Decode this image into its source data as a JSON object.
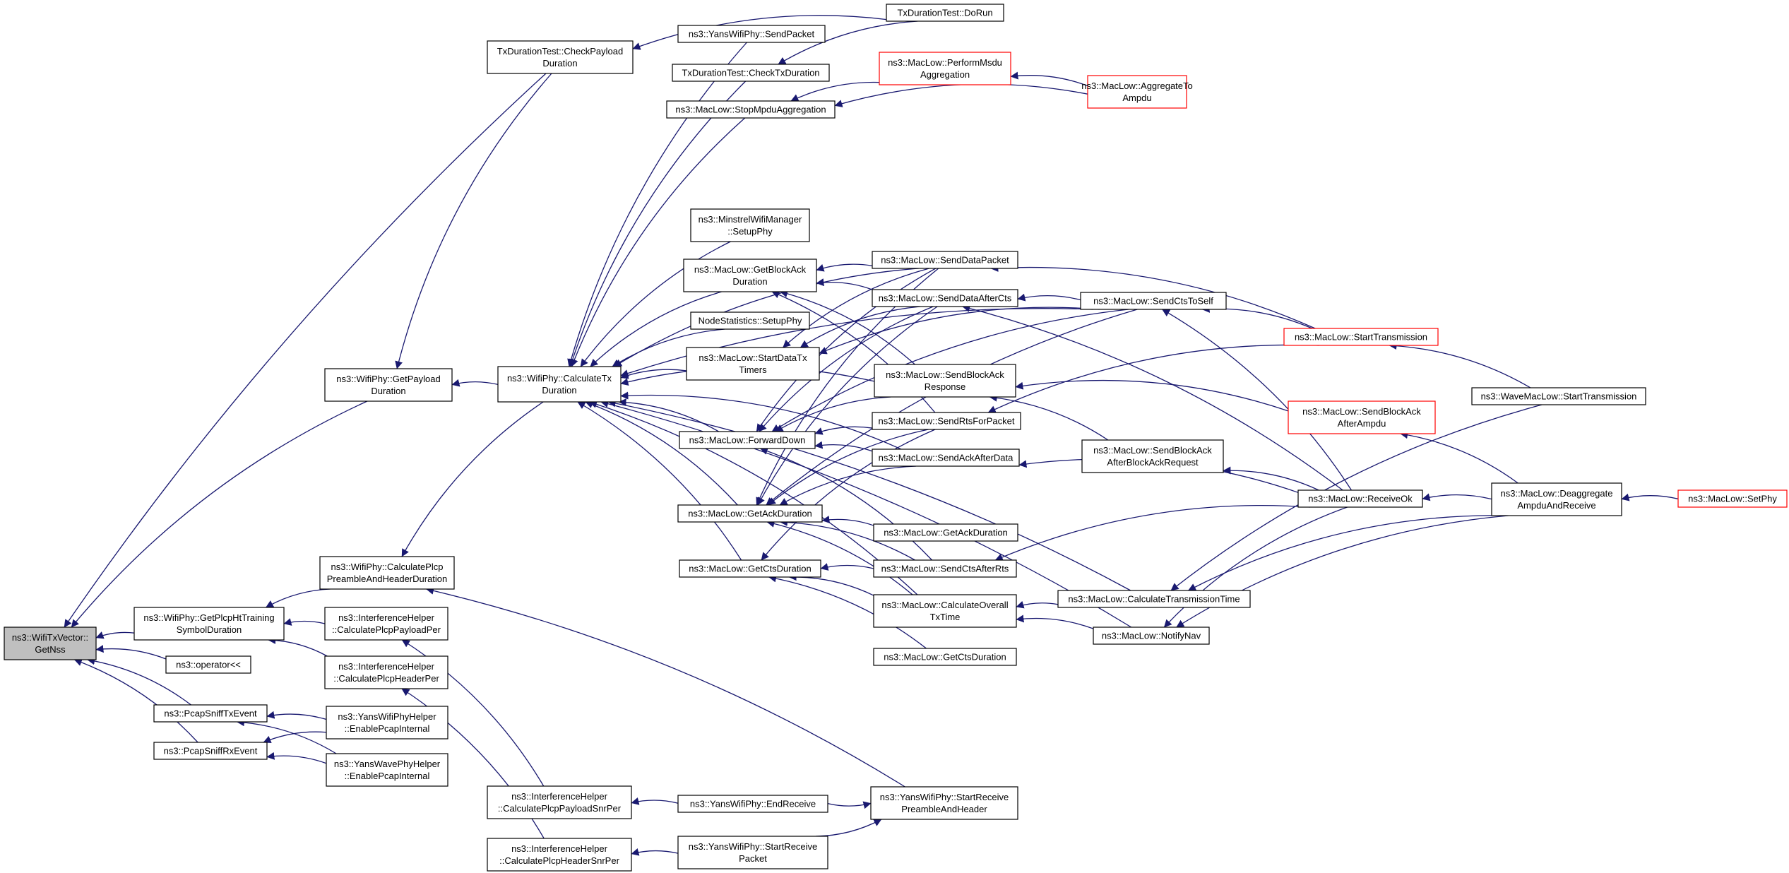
{
  "colors": {
    "edge": "#191970",
    "border": "#000000",
    "incomplete_border": "#ff0000",
    "root_fill": "#bfbfbf"
  },
  "nodes": [
    {
      "id": "root",
      "lines": [
        "ns3::WifiTxVector::",
        "GetNss"
      ],
      "style": "root"
    },
    {
      "id": "getPlcpHtTraining",
      "lines": [
        "ns3::WifiPhy::GetPlcpHtTraining",
        "SymbolDuration"
      ]
    },
    {
      "id": "operatorShift",
      "lines": [
        "ns3::operator<<"
      ]
    },
    {
      "id": "pcapTx",
      "lines": [
        "ns3::PcapSniffTxEvent"
      ]
    },
    {
      "id": "pcapRx",
      "lines": [
        "ns3::PcapSniffRxEvent"
      ]
    },
    {
      "id": "getPayloadDuration",
      "lines": [
        "ns3::WifiPhy::GetPayload",
        "Duration"
      ]
    },
    {
      "id": "calcPlcpPreamble",
      "lines": [
        "ns3::WifiPhy::CalculatePlcp",
        "PreambleAndHeaderDuration"
      ]
    },
    {
      "id": "ihPayloadPer",
      "lines": [
        "ns3::InterferenceHelper",
        "::CalculatePlcpPayloadPer"
      ]
    },
    {
      "id": "ihHeaderPer",
      "lines": [
        "ns3::InterferenceHelper",
        "::CalculatePlcpHeaderPer"
      ]
    },
    {
      "id": "yansWifiPhyHelper",
      "lines": [
        "ns3::YansWifiPhyHelper",
        "::EnablePcapInternal"
      ]
    },
    {
      "id": "yansWavePhyHelper",
      "lines": [
        "ns3::YansWavePhyHelper",
        "::EnablePcapInternal"
      ]
    },
    {
      "id": "txDurCheckPayload",
      "lines": [
        "TxDurationTest::CheckPayload",
        "Duration"
      ]
    },
    {
      "id": "calcTxDuration",
      "lines": [
        "ns3::WifiPhy::CalculateTx",
        "Duration"
      ]
    },
    {
      "id": "ihPayloadSnrPer",
      "lines": [
        "ns3::InterferenceHelper",
        "::CalculatePlcpPayloadSnrPer"
      ]
    },
    {
      "id": "ihHeaderSnrPer",
      "lines": [
        "ns3::InterferenceHelper",
        "::CalculatePlcpHeaderSnrPer"
      ]
    },
    {
      "id": "yansSendPacket",
      "lines": [
        "ns3::YansWifiPhy::SendPacket"
      ]
    },
    {
      "id": "txDurCheckTx",
      "lines": [
        "TxDurationTest::CheckTxDuration"
      ]
    },
    {
      "id": "stopMpdu",
      "lines": [
        "ns3::MacLow::StopMpduAggregation"
      ]
    },
    {
      "id": "minstrel",
      "lines": [
        "ns3::MinstrelWifiManager",
        "::SetupPhy"
      ]
    },
    {
      "id": "getBlockAckDur",
      "lines": [
        "ns3::MacLow::GetBlockAck",
        "Duration"
      ]
    },
    {
      "id": "nodeStats",
      "lines": [
        "NodeStatistics::SetupPhy"
      ]
    },
    {
      "id": "startDataTx",
      "lines": [
        "ns3::MacLow::StartDataTx",
        "Timers"
      ]
    },
    {
      "id": "forwardDown",
      "lines": [
        "ns3::MacLow::ForwardDown"
      ]
    },
    {
      "id": "getAckDur",
      "lines": [
        "ns3::MacLow::GetAckDuration"
      ]
    },
    {
      "id": "getCtsDur",
      "lines": [
        "ns3::MacLow::GetCtsDuration"
      ]
    },
    {
      "id": "yansEndReceive",
      "lines": [
        "ns3::YansWifiPhy::EndReceive"
      ]
    },
    {
      "id": "yansStartReceivePacket",
      "lines": [
        "ns3::YansWifiPhy::StartReceive",
        "Packet"
      ]
    },
    {
      "id": "txDurDoRun",
      "lines": [
        "TxDurationTest::DoRun"
      ]
    },
    {
      "id": "performMsdu",
      "lines": [
        "ns3::MacLow::PerformMsdu",
        "Aggregation"
      ],
      "style": "red"
    },
    {
      "id": "sendDataPacket",
      "lines": [
        "ns3::MacLow::SendDataPacket"
      ]
    },
    {
      "id": "sendDataAfterCts",
      "lines": [
        "ns3::MacLow::SendDataAfterCts"
      ]
    },
    {
      "id": "sendBlockAckResp",
      "lines": [
        "ns3::MacLow::SendBlockAck",
        "Response"
      ]
    },
    {
      "id": "sendRtsForPacket",
      "lines": [
        "ns3::MacLow::SendRtsForPacket"
      ]
    },
    {
      "id": "sendAckAfterData",
      "lines": [
        "ns3::MacLow::SendAckAfterData"
      ]
    },
    {
      "id": "getAckDur2",
      "lines": [
        "ns3::MacLow::GetAckDuration"
      ]
    },
    {
      "id": "sendCtsAfterRts",
      "lines": [
        "ns3::MacLow::SendCtsAfterRts"
      ]
    },
    {
      "id": "calcOverall",
      "lines": [
        "ns3::MacLow::CalculateOverall",
        "TxTime"
      ]
    },
    {
      "id": "getCtsDur2",
      "lines": [
        "ns3::MacLow::GetCtsDuration"
      ]
    },
    {
      "id": "yansStartReceivePreamble",
      "lines": [
        "ns3::YansWifiPhy::StartReceive",
        "PreambleAndHeader"
      ]
    },
    {
      "id": "aggregateToAmpdu",
      "lines": [
        "ns3::MacLow::AggregateTo",
        "Ampdu"
      ],
      "style": "red"
    },
    {
      "id": "sendCtsToSelf",
      "lines": [
        "ns3::MacLow::SendCtsToSelf"
      ]
    },
    {
      "id": "sendBlockAckAfterReq",
      "lines": [
        "ns3::MacLow::SendBlockAck",
        "AfterBlockAckRequest"
      ]
    },
    {
      "id": "calcTransmissionTime",
      "lines": [
        "ns3::MacLow::CalculateTransmissionTime"
      ]
    },
    {
      "id": "notifyNav",
      "lines": [
        "ns3::MacLow::NotifyNav"
      ]
    },
    {
      "id": "startTransmission",
      "lines": [
        "ns3::MacLow::StartTransmission"
      ],
      "style": "red"
    },
    {
      "id": "sendBlockAckAfterAmpdu",
      "lines": [
        "ns3::MacLow::SendBlockAck",
        "AfterAmpdu"
      ],
      "style": "red"
    },
    {
      "id": "receiveOk",
      "lines": [
        "ns3::MacLow::ReceiveOk"
      ]
    },
    {
      "id": "waveStartTransmission",
      "lines": [
        "ns3::WaveMacLow::StartTransmission"
      ]
    },
    {
      "id": "deaggregate",
      "lines": [
        "ns3::MacLow::Deaggregate",
        "AmpduAndReceive"
      ]
    },
    {
      "id": "setPhy",
      "lines": [
        "ns3::MacLow::SetPhy"
      ],
      "style": "red"
    }
  ],
  "edges": [
    [
      "getPlcpHtTraining",
      "root"
    ],
    [
      "operatorShift",
      "root"
    ],
    [
      "pcapTx",
      "root"
    ],
    [
      "pcapRx",
      "root"
    ],
    [
      "getPayloadDuration",
      "root"
    ],
    [
      "txDurCheckPayload",
      "root"
    ],
    [
      "calcPlcpPreamble",
      "getPlcpHtTraining"
    ],
    [
      "ihPayloadPer",
      "getPlcpHtTraining"
    ],
    [
      "ihHeaderPer",
      "getPlcpHtTraining"
    ],
    [
      "yansWifiPhyHelper",
      "pcapTx"
    ],
    [
      "yansWavePhyHelper",
      "pcapTx"
    ],
    [
      "yansWifiPhyHelper",
      "pcapRx"
    ],
    [
      "yansWavePhyHelper",
      "pcapRx"
    ],
    [
      "calcTxDuration",
      "getPayloadDuration"
    ],
    [
      "txDurCheckPayload",
      "getPayloadDuration"
    ],
    [
      "calcTxDuration",
      "calcPlcpPreamble"
    ],
    [
      "yansStartReceivePreamble",
      "calcPlcpPreamble"
    ],
    [
      "ihPayloadSnrPer",
      "ihPayloadPer"
    ],
    [
      "ihHeaderSnrPer",
      "ihHeaderPer"
    ],
    [
      "txDurDoRun",
      "txDurCheckPayload"
    ],
    [
      "yansSendPacket",
      "calcTxDuration"
    ],
    [
      "txDurCheckTx",
      "calcTxDuration"
    ],
    [
      "stopMpdu",
      "calcTxDuration"
    ],
    [
      "minstrel",
      "calcTxDuration"
    ],
    [
      "getBlockAckDur",
      "calcTxDuration"
    ],
    [
      "nodeStats",
      "calcTxDuration"
    ],
    [
      "startDataTx",
      "calcTxDuration"
    ],
    [
      "forwardDown",
      "calcTxDuration"
    ],
    [
      "getAckDur",
      "calcTxDuration"
    ],
    [
      "getCtsDur",
      "calcTxDuration"
    ],
    [
      "sendDataPacket",
      "calcTxDuration"
    ],
    [
      "sendCtsToSelf",
      "calcTxDuration"
    ],
    [
      "sendBlockAckResp",
      "calcTxDuration"
    ],
    [
      "sendAckAfterData",
      "calcTxDuration"
    ],
    [
      "calcOverall",
      "calcTxDuration"
    ],
    [
      "notifyNav",
      "calcTxDuration"
    ],
    [
      "calcTransmissionTime",
      "calcTxDuration"
    ],
    [
      "yansEndReceive",
      "ihPayloadSnrPer"
    ],
    [
      "yansStartReceivePacket",
      "ihHeaderSnrPer"
    ],
    [
      "txDurDoRun",
      "txDurCheckTx"
    ],
    [
      "performMsdu",
      "stopMpdu"
    ],
    [
      "aggregateToAmpdu",
      "stopMpdu"
    ],
    [
      "aggregateToAmpdu",
      "performMsdu"
    ],
    [
      "sendDataPacket",
      "getBlockAckDur"
    ],
    [
      "sendDataAfterCts",
      "getBlockAckDur"
    ],
    [
      "sendBlockAckResp",
      "getBlockAckDur"
    ],
    [
      "sendRtsForPacket",
      "getBlockAckDur"
    ],
    [
      "sendDataPacket",
      "startDataTx"
    ],
    [
      "sendDataAfterCts",
      "startDataTx"
    ],
    [
      "sendCtsToSelf",
      "startDataTx"
    ],
    [
      "sendDataPacket",
      "forwardDown"
    ],
    [
      "sendDataAfterCts",
      "forwardDown"
    ],
    [
      "sendBlockAckResp",
      "forwardDown"
    ],
    [
      "sendRtsForPacket",
      "forwardDown"
    ],
    [
      "sendAckAfterData",
      "forwardDown"
    ],
    [
      "sendCtsToSelf",
      "forwardDown"
    ],
    [
      "sendCtsAfterRts",
      "forwardDown"
    ],
    [
      "sendDataPacket",
      "getAckDur"
    ],
    [
      "sendDataAfterCts",
      "getAckDur"
    ],
    [
      "sendRtsForPacket",
      "getAckDur"
    ],
    [
      "sendAckAfterData",
      "getAckDur"
    ],
    [
      "getAckDur2",
      "getAckDur"
    ],
    [
      "sendCtsAfterRts",
      "getAckDur"
    ],
    [
      "calcOverall",
      "getAckDur"
    ],
    [
      "sendCtsToSelf",
      "getAckDur"
    ],
    [
      "sendCtsAfterRts",
      "getCtsDur"
    ],
    [
      "calcOverall",
      "getCtsDur"
    ],
    [
      "getCtsDur2",
      "getCtsDur"
    ],
    [
      "sendRtsForPacket",
      "getCtsDur"
    ],
    [
      "yansEndReceive",
      "yansStartReceivePreamble"
    ],
    [
      "yansStartReceivePacket",
      "yansStartReceivePreamble"
    ],
    [
      "sendCtsToSelf",
      "sendDataAfterCts"
    ],
    [
      "startTransmission",
      "sendDataPacket"
    ],
    [
      "receiveOk",
      "sendDataAfterCts"
    ],
    [
      "startTransmission",
      "sendRtsForPacket"
    ],
    [
      "receiveOk",
      "sendCtsToSelf"
    ],
    [
      "startTransmission",
      "sendCtsToSelf"
    ],
    [
      "sendBlockAckAfterAmpdu",
      "sendBlockAckResp"
    ],
    [
      "sendBlockAckAfterReq",
      "sendBlockAckResp"
    ],
    [
      "receiveOk",
      "sendAckAfterData"
    ],
    [
      "receiveOk",
      "sendCtsAfterRts"
    ],
    [
      "receiveOk",
      "sendBlockAckAfterReq"
    ],
    [
      "calcTransmissionTime",
      "calcOverall"
    ],
    [
      "notifyNav",
      "calcOverall"
    ],
    [
      "waveStartTransmission",
      "calcTransmissionTime"
    ],
    [
      "deaggregate",
      "calcTransmissionTime"
    ],
    [
      "receiveOk",
      "notifyNav"
    ],
    [
      "deaggregate",
      "notifyNav"
    ],
    [
      "waveStartTransmission",
      "startTransmission"
    ],
    [
      "deaggregate",
      "sendBlockAckAfterAmpdu"
    ],
    [
      "deaggregate",
      "receiveOk"
    ],
    [
      "setPhy",
      "deaggregate"
    ]
  ]
}
